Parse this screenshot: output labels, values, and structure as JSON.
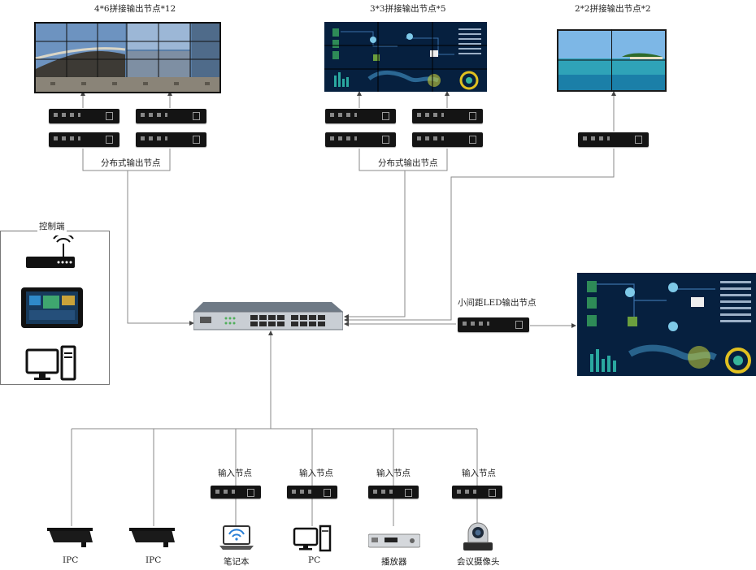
{
  "outputs": {
    "wall_4x6": {
      "title": "4*6拼接输出节点*12",
      "node_label": "分布式输出节点"
    },
    "wall_3x3": {
      "title": "3*3拼接输出节点*5",
      "node_label": "分布式输出节点"
    },
    "wall_2x2": {
      "title": "2*2拼接输出节点*2"
    },
    "led": {
      "node_label": "小间距LED输出节点"
    }
  },
  "control": {
    "title": "控制端"
  },
  "inputs": [
    {
      "node_label": "",
      "device_label": "IPC"
    },
    {
      "node_label": "",
      "device_label": "IPC"
    },
    {
      "node_label": "输入节点",
      "device_label": "笔记本"
    },
    {
      "node_label": "输入节点",
      "device_label": "PC"
    },
    {
      "node_label": "输入节点",
      "device_label": "播放器"
    },
    {
      "node_label": "输入节点",
      "device_label": "会议摄像头"
    }
  ]
}
